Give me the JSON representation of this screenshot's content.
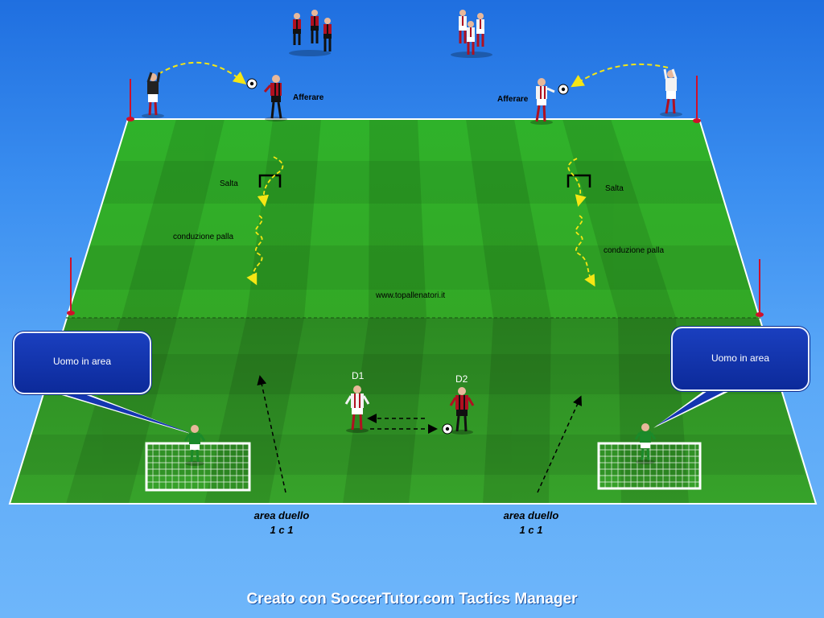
{
  "labels": {
    "afferare_left": "Afferare",
    "afferare_right": "Afferare",
    "salta_left": "Salta",
    "salta_right": "Salta",
    "conduzione_left": "conduzione palla",
    "conduzione_right": "conduzione palla",
    "website": "www.topallenatori.it",
    "d1": "D1",
    "d2": "D2"
  },
  "bubbles": {
    "left": "Uomo in area",
    "right": "Uomo in area"
  },
  "duel_areas": {
    "left_line1": "area duello",
    "left_line2": "1 c 1",
    "right_line1": "area duello",
    "right_line2": "1 c 1"
  },
  "footer": "Creato con SoccerTutor.com Tactics Manager",
  "colors": {
    "pitch_light": "#39b82a",
    "pitch_dark": "#2f9e22",
    "pitch_lower": "#2e8f22",
    "line": "#ffffff",
    "pole": "#d0102a",
    "arrow_yellow": "#f5e614",
    "bubble": "#1436b0"
  }
}
